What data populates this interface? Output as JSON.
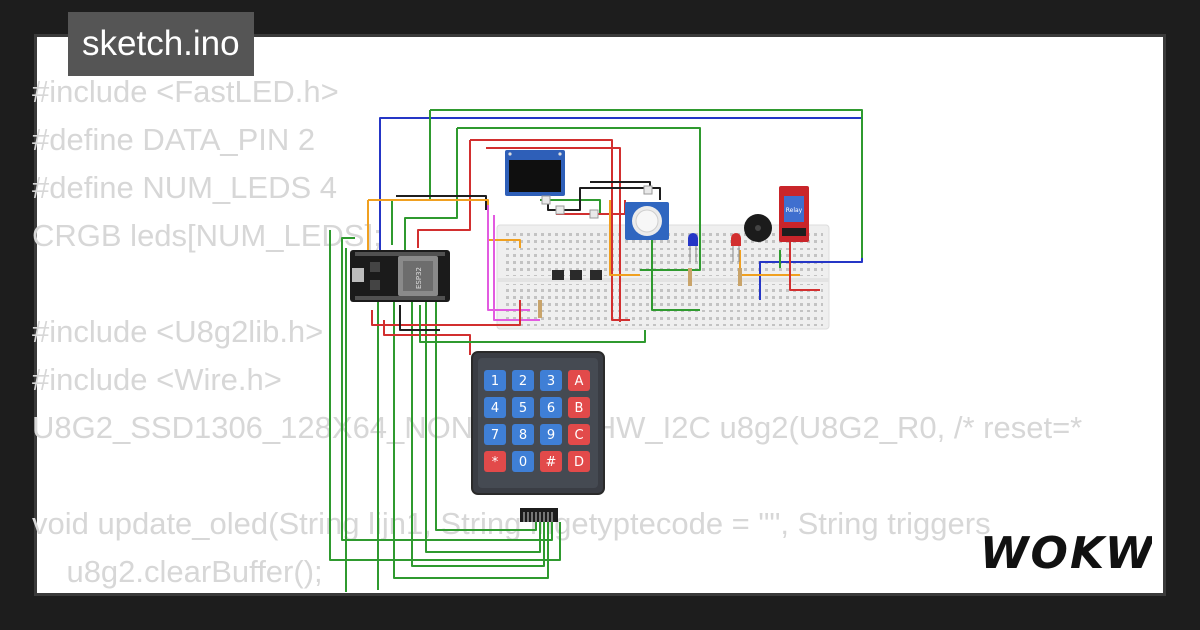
{
  "file_tab": {
    "label": "sketch.ino"
  },
  "code_lines": [
    "#include <FastLED.h>",
    "#define DATA_PIN 2",
    "#define NUM_LEDS 4",
    "CRGB leds[NUM_LEDS];",
    "",
    "#include <U8g2lib.h>",
    "#include <Wire.h>",
    "U8G2_SSD1306_128X64_NONAME_F_HW_I2C u8g2(U8G2_R0, /* reset=*",
    "",
    "void update_oled(String lijn1, String ingetyptecode = \"\", String triggers",
    "    u8g2.clearBuffer();"
  ],
  "keypad": {
    "keys": [
      "1",
      "2",
      "3",
      "A",
      "4",
      "5",
      "6",
      "B",
      "7",
      "8",
      "9",
      "C",
      "*",
      "0",
      "#",
      "D"
    ],
    "key_colors": {
      "number": "#3f7fd6",
      "letter": "#e24a4a"
    }
  },
  "esp32": {
    "label": "ESP32"
  },
  "relay": {
    "label": "Relay"
  },
  "logo": {
    "text": "WOKWI"
  },
  "colors": {
    "background": "#1d1d1d",
    "card": "#ffffff",
    "code_text": "#d7d7d7",
    "tab_bg": "#555555",
    "breadboard": "#efefef",
    "wire_green": "#2f9a2f",
    "wire_red": "#d22f2f",
    "wire_blue": "#2536c6",
    "wire_pink": "#e25be0",
    "wire_black": "#1e1e1e",
    "wire_orange": "#f0a020"
  }
}
